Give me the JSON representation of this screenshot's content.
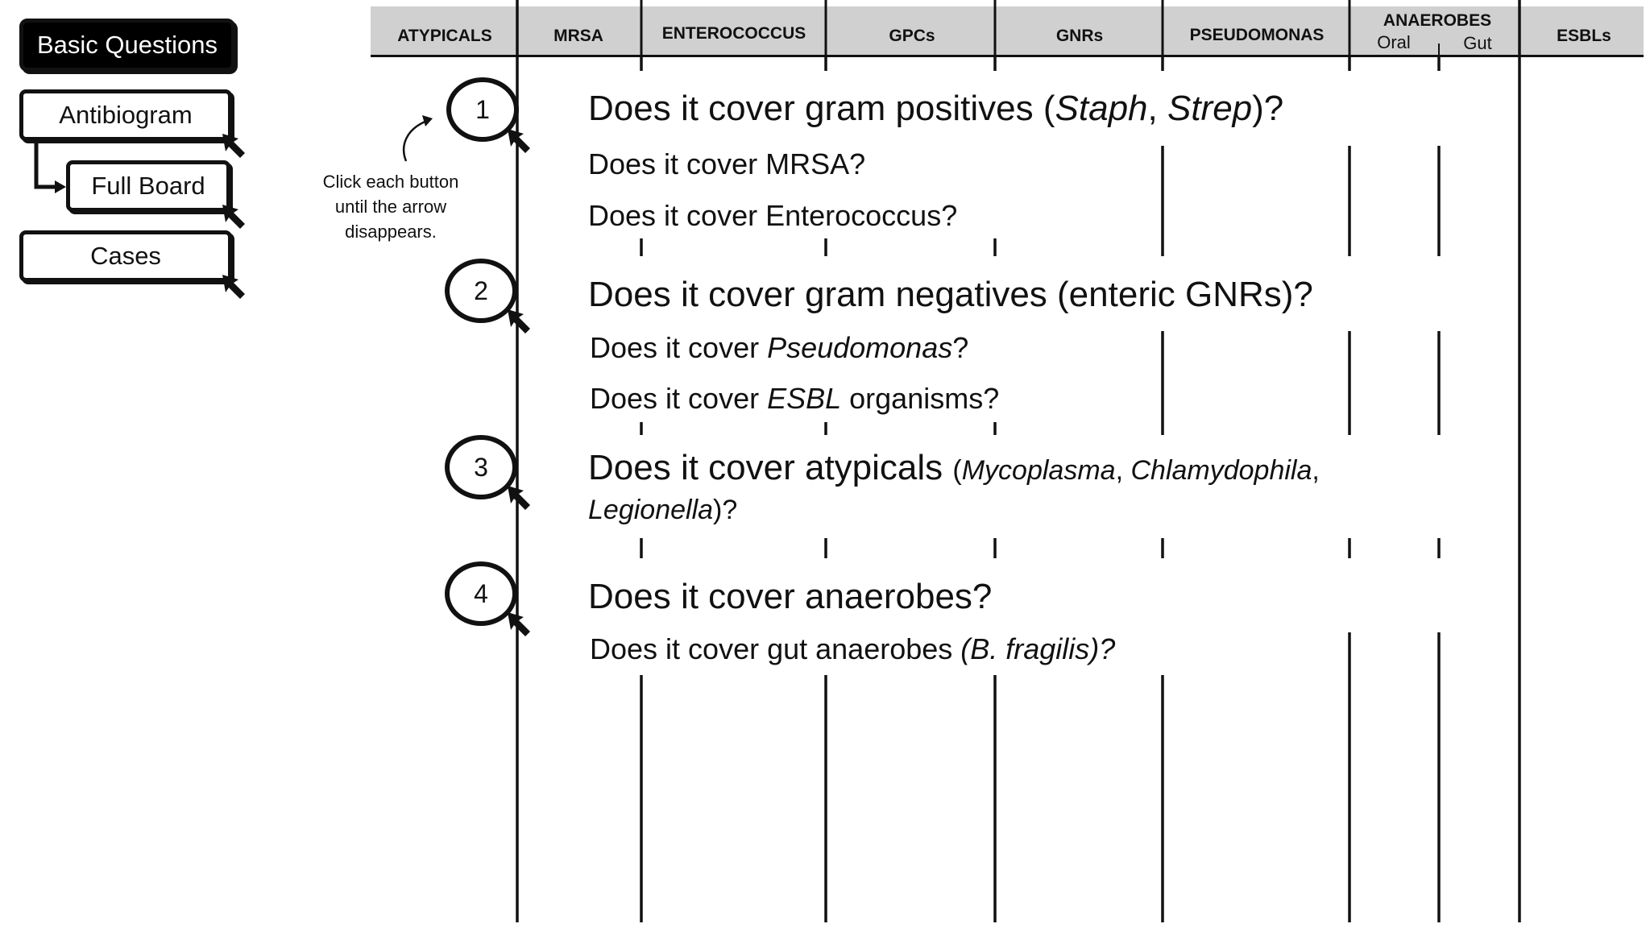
{
  "nav": {
    "basic_questions": "Basic Questions",
    "antibiogram": "Antibiogram",
    "full_board": "Full Board",
    "cases": "Cases"
  },
  "hint": {
    "line1": "Click each button",
    "line2": "until the arrow",
    "line3": "disappears."
  },
  "columns": {
    "atypicals": "ATYPICALS",
    "mrsa": "MRSA",
    "enterococcus": "ENTEROCOCCUS",
    "gpcs": "GPCs",
    "gnrs": "GNRs",
    "pseudomonas": "PSEUDOMONAS",
    "anaerobes": "ANAEROBES",
    "anaerobes_oral": "Oral",
    "anaerobes_gut": "Gut",
    "esbls": "ESBLs"
  },
  "questions": [
    {
      "number": "1",
      "main_a": "Does it cover gram positives (",
      "main_b": "Staph",
      "main_c": ", ",
      "main_d": "Strep",
      "main_e": ")?",
      "sub1": "Does it cover MRSA?",
      "sub2": "Does it cover Enterococcus?"
    },
    {
      "number": "2",
      "main": "Does it cover gram negatives (enteric GNRs)?",
      "sub1_a": "Does it cover ",
      "sub1_b": "Pseudomonas",
      "sub1_c": "?",
      "sub2_a": "Does it cover ",
      "sub2_b": "ESBL",
      "sub2_c": " organisms?"
    },
    {
      "number": "3",
      "main_a": "Does it cover atypicals ",
      "main_b": "(",
      "main_c": "Mycoplasma",
      "main_d": ", ",
      "main_e": "Chlamydophila",
      "main_f": ",",
      "line2_a": "Legionella",
      "line2_b": ")?"
    },
    {
      "number": "4",
      "main": "Does it cover anaerobes?",
      "sub1_a": "Does it cover gut anaerobes ",
      "sub1_b": "(B. fragilis)?"
    }
  ]
}
